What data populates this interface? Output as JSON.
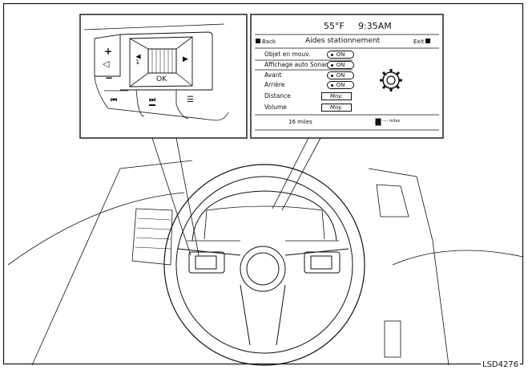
{
  "figure_id": "LSD4276",
  "screen": {
    "temperature": "55°F",
    "time": "9:35AM",
    "back_label": "Back",
    "title": "Aides stationnement",
    "exit_label": "Exit",
    "settings": [
      {
        "label": "Objet en mouv.",
        "value": "ON",
        "type": "toggle"
      },
      {
        "label": "Affichage auto Sonar",
        "value": "ON",
        "type": "toggle"
      },
      {
        "label": "Avant",
        "value": "ON",
        "type": "toggle"
      },
      {
        "label": "Arrière",
        "value": "ON",
        "type": "toggle"
      },
      {
        "label": "Distance",
        "value": "Moy.",
        "type": "select"
      },
      {
        "label": "Volume",
        "value": "Moy.",
        "type": "select"
      }
    ],
    "odometer": "16 miles",
    "range": "---- miles",
    "icons": [
      "gear-icon",
      "fuel-icon"
    ]
  },
  "controls": {
    "ok_label": "OK",
    "icons": [
      "volume-up-icon",
      "speaker-icon",
      "volume-down-icon",
      "back-arrow-icon",
      "right-arrow-icon",
      "previous-track-icon",
      "next-track-icon",
      "menu-list-icon"
    ]
  }
}
